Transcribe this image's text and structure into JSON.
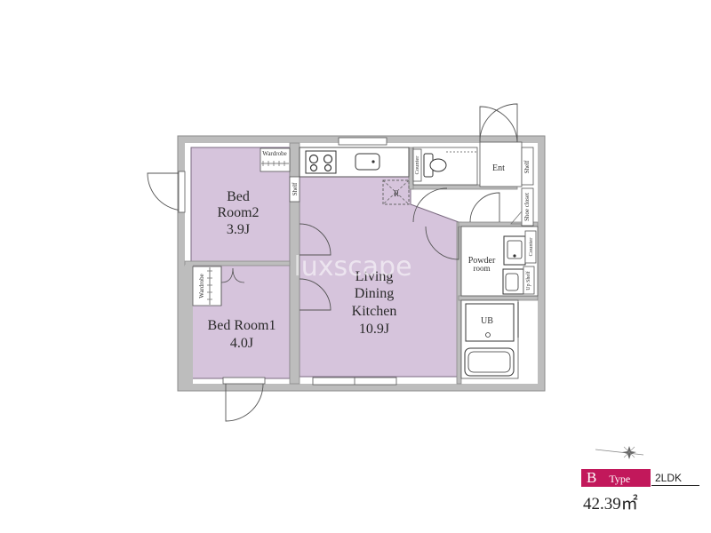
{
  "rooms": {
    "bedroom2": {
      "name_line1": "Bed",
      "name_line2": "Room2",
      "size": "3.9J"
    },
    "bedroom1": {
      "name": "Bed Room1",
      "size": "4.0J"
    },
    "ldk": {
      "line1": "Living",
      "line2": "Dining",
      "line3": "Kitchen",
      "size": "10.9J"
    }
  },
  "fixtures": {
    "wardrobe_top": "Wardrobe",
    "wardrobe_left": "Wardrobe",
    "shelf": "Shelf",
    "counter": "Counter",
    "refrigerator_mark": "R",
    "entrance": "Ent",
    "entrance_shelf": "Shelf",
    "shoe_closet": "Shoe closet",
    "powder_room_line1": "Powder",
    "powder_room_line2": "room",
    "powder_counter": "Counter",
    "upper_shelf": "Up Shelf",
    "unit_bath": "UB"
  },
  "watermark": "luxscape",
  "legend": {
    "type_letter": "B",
    "type_word": "Type",
    "layout": "2LDK",
    "area": "42.39㎡"
  },
  "colors": {
    "room_fill": "#d6c4dc",
    "wall": "#9e9e9e",
    "accent": "#c2185b"
  }
}
